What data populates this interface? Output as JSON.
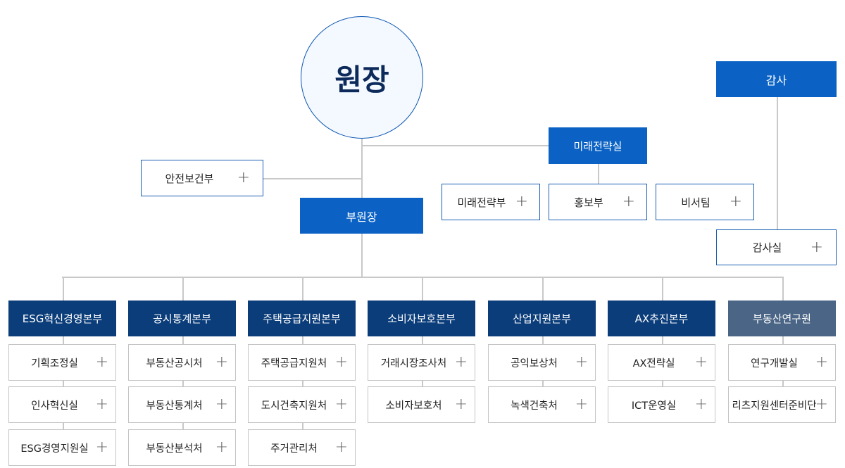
{
  "director": "원장",
  "auditor": "감사",
  "future_strategy": "미래전략실",
  "safety": "안전보건부",
  "deputy": "부원장",
  "future_children": [
    "미래전략부",
    "홍보부",
    "비서팀"
  ],
  "audit_office": "감사실",
  "expand_icon": "+",
  "divisions": [
    {
      "name": "ESG혁신경영본부",
      "units": [
        "기획조정실",
        "인사혁신실",
        "ESG경영지원실"
      ]
    },
    {
      "name": "공시통계본부",
      "units": [
        "부동산공시처",
        "부동산통계처",
        "부동산분석처"
      ]
    },
    {
      "name": "주택공급지원본부",
      "units": [
        "주택공급지원처",
        "도시건축지원처",
        "주거관리처"
      ]
    },
    {
      "name": "소비자보호본부",
      "units": [
        "거래시장조사처",
        "소비자보호처"
      ]
    },
    {
      "name": "산업지원본부",
      "units": [
        "공익보상처",
        "녹색건축처"
      ]
    },
    {
      "name": "AX추진본부",
      "units": [
        "AX전략실",
        "ICT운영실"
      ]
    },
    {
      "name": "부동산연구원",
      "units": [
        "연구개발실",
        "리츠지원센터준비단"
      ]
    }
  ],
  "colors": {
    "primary_blue": "#0b62c4",
    "navy": "#0b3d7a",
    "slate": "#4a6585",
    "line": "#c8c8c8"
  }
}
